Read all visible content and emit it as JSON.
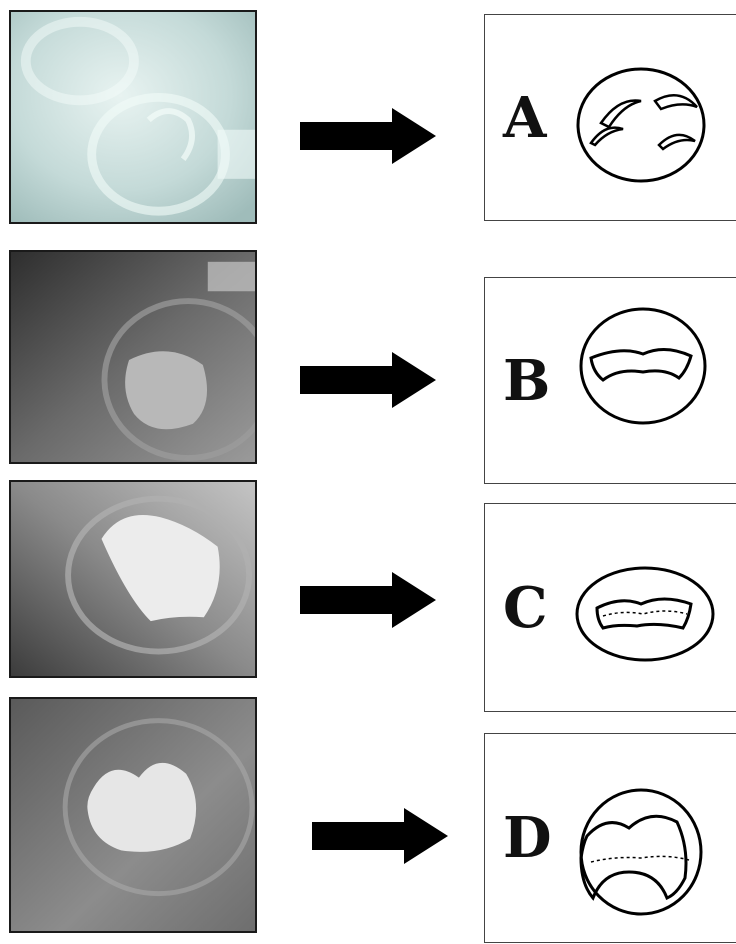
{
  "stages": [
    {
      "letter": "A"
    },
    {
      "letter": "B"
    },
    {
      "letter": "C"
    },
    {
      "letter": "D"
    }
  ]
}
